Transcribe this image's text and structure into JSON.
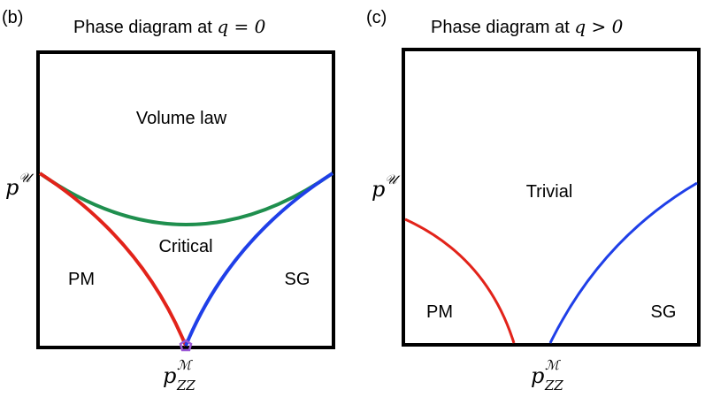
{
  "panels": [
    {
      "id": "b",
      "tag": "(b)",
      "title_prefix": "Phase diagram at ",
      "title_math": "q = 0",
      "y_axis_label": {
        "base": "p",
        "sup": "𝒰"
      },
      "x_axis_label": {
        "base": "p",
        "sup": "ℳ",
        "sub": "ZZ"
      },
      "regions": {
        "upper": "Volume law",
        "middle": "Critical",
        "left": "PM",
        "right": "SG"
      },
      "colors": {
        "green": "#1f8f4e",
        "red": "#e2231a",
        "blue": "#1f3fe8",
        "marker": "#9b59d6"
      }
    },
    {
      "id": "c",
      "tag": "(c)",
      "title_prefix": "Phase diagram at ",
      "title_math": "q > 0",
      "y_axis_label": {
        "base": "p",
        "sup": "𝒰"
      },
      "x_axis_label": {
        "base": "p",
        "sup": "ℳ",
        "sub": "ZZ"
      },
      "regions": {
        "upper": "Trivial",
        "left": "PM",
        "right": "SG"
      },
      "colors": {
        "red": "#e2231a",
        "blue": "#1f3fe8"
      }
    }
  ]
}
